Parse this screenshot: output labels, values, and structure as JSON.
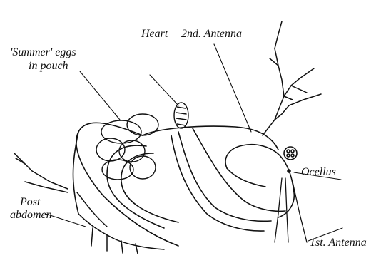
{
  "figure": {
    "labels": {
      "summer_eggs_line1": "'Summer' eggs",
      "summer_eggs_line2": "in pouch",
      "heart": "Heart",
      "second_antenna": "2nd. Antenna",
      "ocellus": "Ocellus",
      "post_abdomen_line1": "Post",
      "post_abdomen_line2": "abdomen",
      "first_antenna": "1st. Antenna"
    },
    "colors": {
      "ink": "#111111",
      "background": "#ffffff"
    }
  }
}
